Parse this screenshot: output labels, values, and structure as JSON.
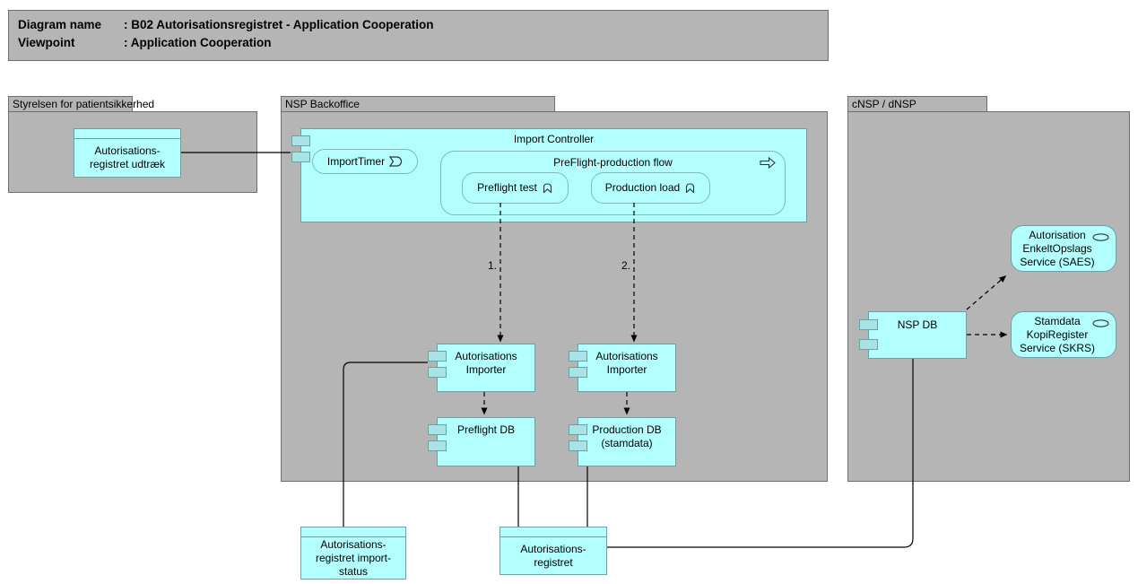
{
  "title_block": {
    "separator": ":",
    "rows": [
      {
        "label": "Diagram name",
        "value": "B02 Autorisationsregistret - Application Cooperation"
      },
      {
        "label": "Viewpoint",
        "value": "Application Cooperation"
      }
    ]
  },
  "groups": {
    "styrelsen": {
      "label": "Styrelsen for patientsikkerhed"
    },
    "nsp_backoffice": {
      "label": "NSP Backoffice"
    },
    "cnsp_dnsp": {
      "label": "cNSP / dNSP"
    }
  },
  "nodes": {
    "udtraek": {
      "label": "Autorisations-registret udtræk",
      "type": "data-object"
    },
    "import_controller": {
      "label": "Import Controller",
      "type": "application-component"
    },
    "import_timer": {
      "label": "ImportTimer",
      "type": "application-event"
    },
    "preflight_production_flow": {
      "label": "PreFlight-production flow",
      "type": "application-process"
    },
    "preflight_test": {
      "label": "Preflight test",
      "type": "application-function"
    },
    "production_load": {
      "label": "Production load",
      "type": "application-function"
    },
    "autorisations_importer_preflight": {
      "label": "Autorisations Importer",
      "type": "application-component"
    },
    "autorisations_importer_production": {
      "label": "Autorisations Importer",
      "type": "application-component"
    },
    "preflight_db": {
      "label": "Preflight DB",
      "type": "application-component"
    },
    "production_db": {
      "label": "Production DB (stamdata)",
      "type": "application-component"
    },
    "nsp_db": {
      "label": "NSP DB",
      "type": "application-component"
    },
    "saes_service": {
      "label": "Autorisation EnkeltOpslags Service (SAES)",
      "type": "application-service"
    },
    "skrs_service": {
      "label": "Stamdata KopiRegister Service (SKRS)",
      "type": "application-service"
    },
    "import_status": {
      "label": "Autorisations-registret import-status",
      "type": "data-object"
    },
    "autorisationsregistret": {
      "label": "Autorisations-registret",
      "type": "data-object"
    }
  },
  "connector_labels": {
    "step1": "1.",
    "step2": "2."
  },
  "colors": {
    "group_fill": "#b5b5b5",
    "group_border": "#6e6e6e",
    "node_fill": "#b3ffff",
    "node_border": "#67a2a6",
    "component_square_fill": "#a9e3e5",
    "connector": "#000000",
    "text": "#000000",
    "background": "#ffffff"
  }
}
